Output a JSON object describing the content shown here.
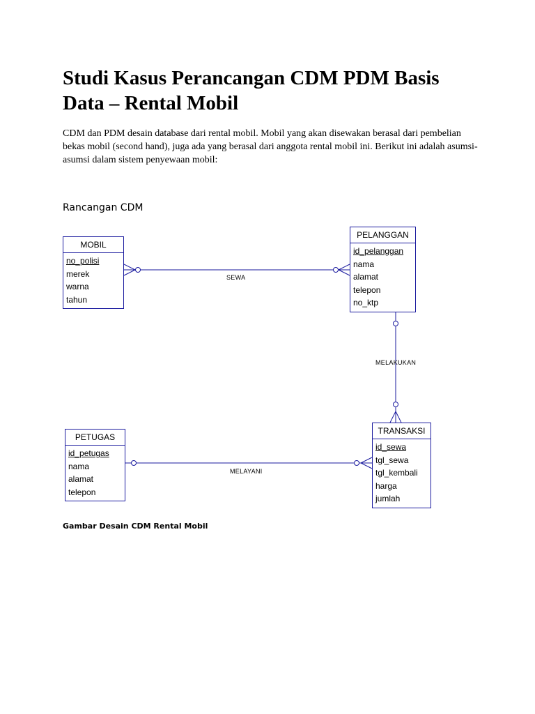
{
  "document": {
    "title": "Studi Kasus Perancangan CDM PDM Basis Data – Rental Mobil",
    "intro": "CDM dan PDM desain database dari rental mobil. Mobil yang akan disewakan berasal dari pembelian bekas mobil (second hand), juga ada yang berasal dari anggota rental mobil ini. Berikut ini adalah asumsi-asumsi dalam sistem penyewaan mobil:",
    "section_heading": "Rancangan CDM",
    "caption": "Gambar Desain CDM Rental Mobil"
  },
  "diagram": {
    "line_color": "#1a1a9e",
    "entities": {
      "mobil": {
        "name": "MOBIL",
        "attributes": [
          "no_polisi",
          "merek",
          "warna",
          "tahun"
        ]
      },
      "pelanggan": {
        "name": "PELANGGAN",
        "attributes": [
          "id_pelanggan",
          "nama",
          "alamat",
          "telepon",
          "no_ktp"
        ]
      },
      "petugas": {
        "name": "PETUGAS",
        "attributes": [
          "id_petugas",
          "nama",
          "alamat",
          "telepon"
        ]
      },
      "transaksi": {
        "name": "TRANSAKSI",
        "attributes": [
          "id_sewa",
          "tgl_sewa",
          "tgl_kembali",
          "harga",
          "jumlah"
        ]
      }
    },
    "relationships": {
      "sewa": "SEWA",
      "melakukan": "MELAKUKAN",
      "melayani": "MELAYANI"
    }
  }
}
